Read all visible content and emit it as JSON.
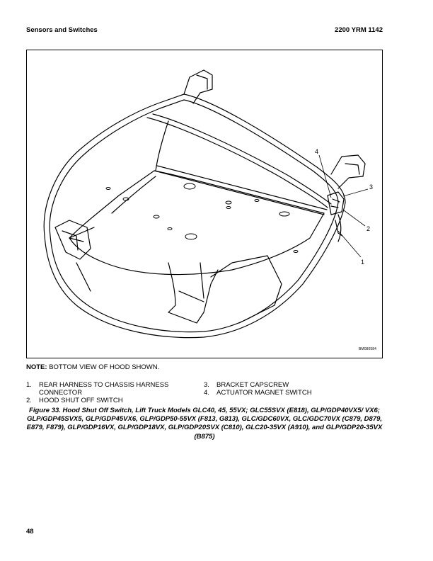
{
  "header": {
    "section": "Sensors and Switches",
    "doc_code": "2200 YRM 1142"
  },
  "figure": {
    "drawing_code": "BM080584",
    "callouts": [
      "1",
      "2",
      "3",
      "4"
    ]
  },
  "note": {
    "label": "NOTE:",
    "text": "BOTTOM VIEW OF HOOD SHOWN."
  },
  "legend": [
    {
      "num": "1.",
      "text": "REAR HARNESS TO CHASSIS HARNESS CONNECTOR"
    },
    {
      "num": "2.",
      "text": "HOOD SHUT OFF SWITCH"
    },
    {
      "num": "3.",
      "text": "BRACKET CAPSCREW"
    },
    {
      "num": "4.",
      "text": "ACTUATOR MAGNET SWITCH"
    }
  ],
  "caption": "Figure 33. Hood Shut Off Switch, Lift Truck Models GLC40, 45, 55VX; GLC55SVX (E818), GLP/GDP40VX5/ VX6; GLP/GDP45SVX5, GLP/GDP45VX6, GLP/GDP50-55VX (F813, G813), GLC/GDC60VX, GLC/GDC70VX (C879, D879, E879, F879), GLP/GDP16VX, GLP/GDP18VX, GLP/GDP20SVX (C810), GLC20-35VX (A910), and GLP/GDP20-35VX (B875)",
  "footer": {
    "page_number": "48"
  }
}
